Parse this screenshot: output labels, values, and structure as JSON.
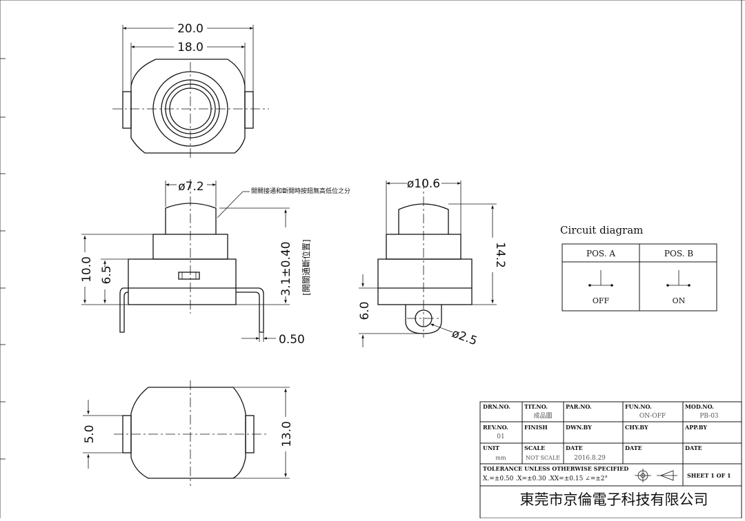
{
  "dimensions": {
    "width_outer": "20.0",
    "width_inner": "18.0",
    "button_dia": "ø7.2",
    "note_cn": "開關接通和斷開時按鈕無高低位之分",
    "height_total": "10.0",
    "height_body": "6.5",
    "stroke": "3.1±0.40",
    "stroke_note": "[開關通斷位置]",
    "pin_thickness": "0.50",
    "side_dia": "ø10.6",
    "side_height": "14.2",
    "tab_height": "6.0",
    "hole_dia": "ø2.5",
    "bottom_width": "5.0",
    "bottom_depth": "13.0"
  },
  "circuit": {
    "title": "Circuit  diagram",
    "pos_a": "POS.  A",
    "pos_b": "POS.  B",
    "state_a": "OFF",
    "state_b": "ON"
  },
  "title_block": {
    "drn_no_label": "DRN.NO.",
    "tit_no_label": "TIT.NO.",
    "tit_no_value": "成品圖",
    "par_no_label": "PAR.NO.",
    "fun_no_label": "FUN.NO.",
    "fun_no_value": "ON-OFF",
    "mod_no_label": "MOD.NO.",
    "mod_no_value": "PB-03",
    "rev_no_label": "REV.NO.",
    "rev_no_value": "01",
    "finish_label": "FINISH",
    "dwn_by_label": "DWN.BY",
    "chy_by_label": "CHY.BY",
    "app_by_label": "APP.BY",
    "unit_label": "UNIT",
    "unit_value": "mm",
    "scale_label": "SCALE",
    "scale_value": "NOT SCALE",
    "date_label": "DATE",
    "date_value": "2016.8.29",
    "date2_label": "DATE",
    "date3_label": "DATE",
    "tolerance_title": "TOLERANCE  UNLESS  OTHERWISE  SPECIFIED",
    "tolerance_values": "X.=±0.50   .X=±0.30   .XX=±0.15   ∠=±2°",
    "sheet": "SHEET 1 OF 1",
    "company": "東莞市京倫電子科技有限公司"
  }
}
